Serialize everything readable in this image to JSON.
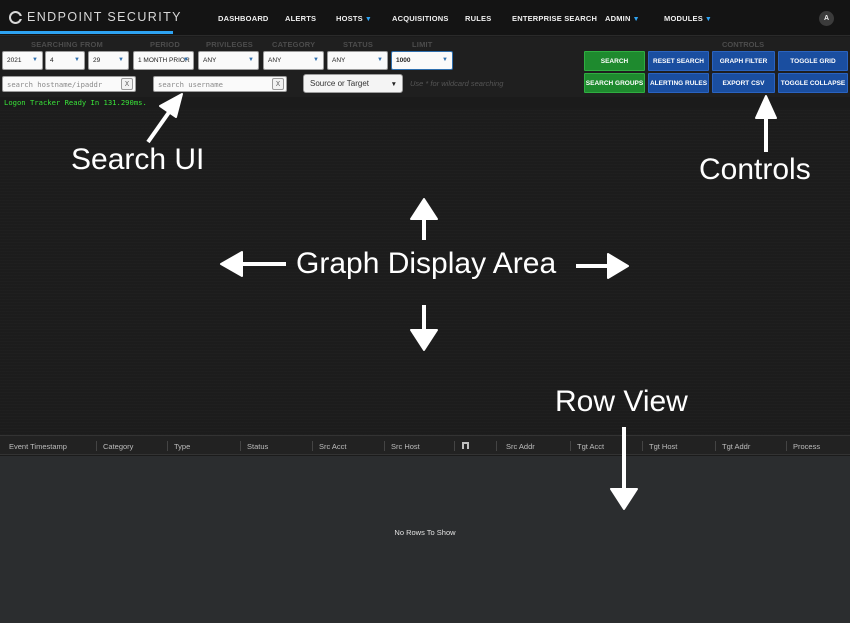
{
  "nav": {
    "brand": "ENDPOINT SECURITY",
    "items": [
      "DASHBOARD",
      "ALERTS",
      "HOSTS",
      "ACQUISITIONS",
      "RULES",
      "ENTERPRISE SEARCH",
      "ADMIN",
      "MODULES"
    ],
    "avatar": "A"
  },
  "search": {
    "headers": {
      "searching_from": "SEARCHING FROM",
      "period": "PERIOD",
      "privileges": "PRIVILEGES",
      "category": "CATEGORY",
      "status": "STATUS",
      "limit": "LIMIT"
    },
    "year": "2021",
    "month": "4",
    "day": "29",
    "period": "1 MONTH PRIOR",
    "privileges": "ANY",
    "category": "ANY",
    "status": "ANY",
    "limit": "1000",
    "hostname_placeholder": "search hostname/ipaddr",
    "username_placeholder": "search username",
    "clear": "X",
    "direction": "Source or Target",
    "hint": "Use * for wildcard searching",
    "status_message": "Logon Tracker Ready In 131.290ms."
  },
  "controls": {
    "header": "CONTROLS",
    "search": "SEARCH",
    "reset_search": "RESET SEARCH",
    "graph_filter": "GRAPH FILTER",
    "toggle_grid": "TOGGLE GRID",
    "search_groups": "SEARCH GROUPS",
    "alerting_rules": "ALERTING RULES",
    "export_csv": "EXPORT CSV",
    "toggle_collapse": "TOGGLE COLLAPSE"
  },
  "annotations": {
    "search_ui": "Search UI",
    "controls": "Controls",
    "graph_display": "Graph Display Area",
    "row_view": "Row View"
  },
  "table": {
    "columns": [
      "Event Timestamp",
      "Category",
      "Type",
      "Status",
      "Src Acct",
      "Src Host",
      "Src Addr",
      "Tgt Acct",
      "Tgt Host",
      "Tgt Addr",
      "Process"
    ],
    "empty": "No Rows To Show"
  },
  "colors": {
    "accent": "#2ea3f2",
    "green_button": "#1e8a2e",
    "blue_button": "#1a4ea0",
    "status_text": "#39e339"
  }
}
